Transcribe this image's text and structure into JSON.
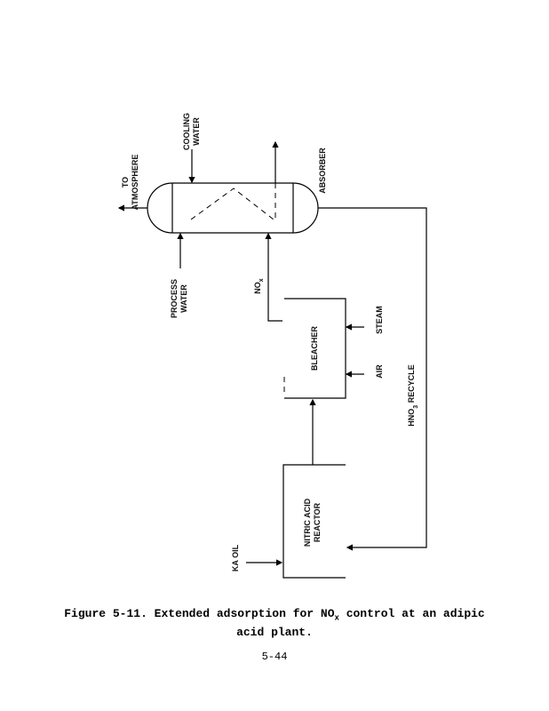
{
  "diagram": {
    "units": {
      "absorber": "ABSORBER",
      "bleacher": "BLEACHER",
      "reactor_line1": "NITRIC ACID",
      "reactor_line2": "REACTOR"
    },
    "streams": {
      "to_atmosphere_line1": "TO",
      "to_atmosphere_line2": "ATMOSPHERE",
      "cooling_water_line1": "COOLING",
      "cooling_water_line2": "WATER",
      "process_water_line1": "PROCESS",
      "process_water_line2": "WATER",
      "nox": "NO",
      "nox_sub": "x",
      "steam": "STEAM",
      "air": "AIR",
      "hno3_prefix": "HNO",
      "hno3_sub": "3",
      "hno3_suffix": " RECYCLE",
      "ka_oil": "KA OIL"
    }
  },
  "caption": {
    "line1_prefix": "Figure 5-11. Extended adsorption for NO",
    "line1_sub": "x",
    "line1_suffix": " control at an adipic",
    "line2": "acid plant."
  },
  "page_number": "5-44"
}
